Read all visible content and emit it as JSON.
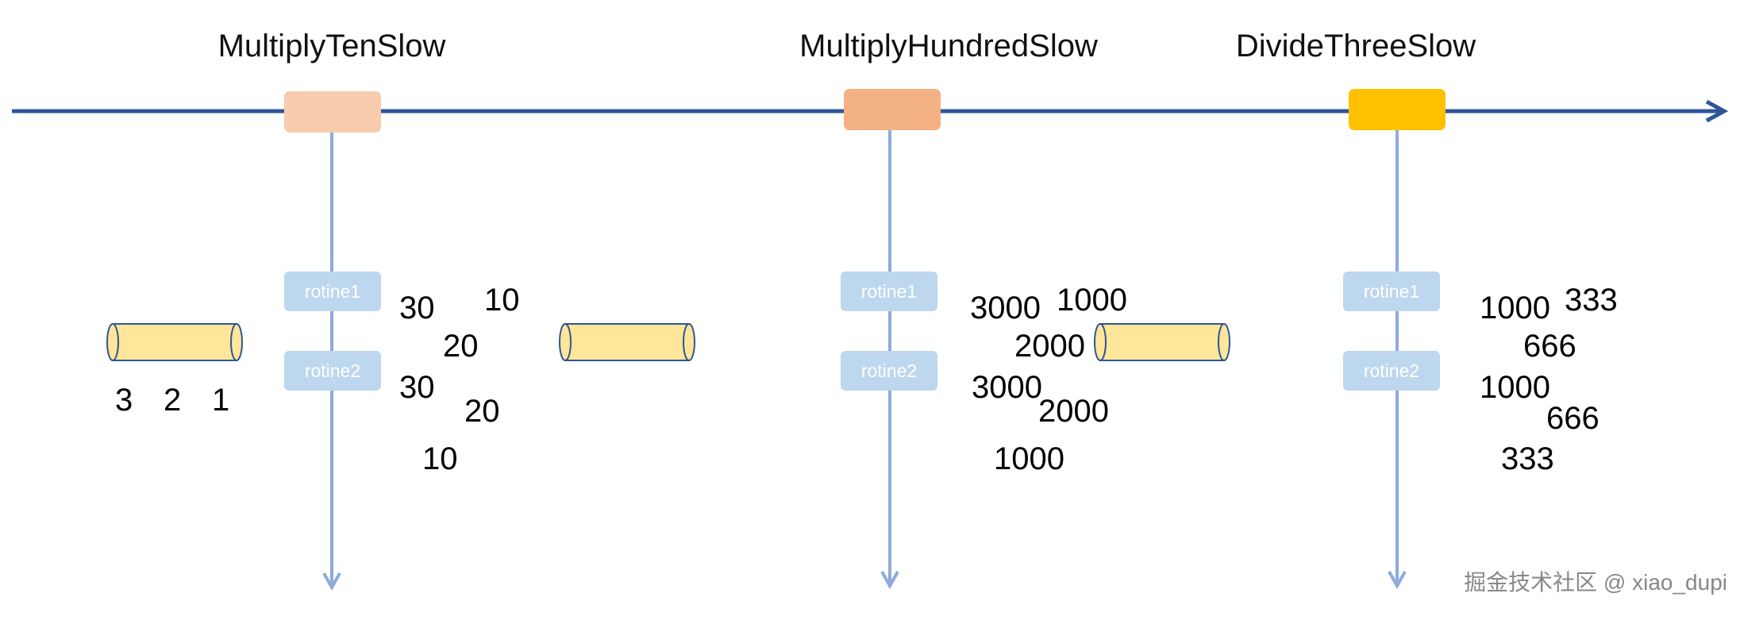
{
  "colors": {
    "timeline": "#2f5597",
    "stage_arrows": "#8faadc",
    "routine_box": "#bdd7ee",
    "channel_fill": "#ffe699",
    "channel_stroke": "#2f5597"
  },
  "stages": [
    {
      "title": "MultiplyTenSlow",
      "color": "#f8cbad"
    },
    {
      "title": "MultiplyHundredSlow",
      "color": "#f4b183"
    },
    {
      "title": "DivideThreeSlow",
      "color": "#ffc000"
    }
  ],
  "routines": [
    "rotine1",
    "rotine2"
  ],
  "input_values": [
    "3",
    "2",
    "1"
  ],
  "stage_values": [
    {
      "rotine1": [
        "30",
        "10"
      ],
      "mid": "20",
      "rotine2": [
        "30",
        "20",
        "10"
      ]
    },
    {
      "rotine1": [
        "3000",
        "1000"
      ],
      "mid": "2000",
      "rotine2": [
        "3000",
        "2000",
        "1000"
      ]
    },
    {
      "rotine1": [
        "1000",
        "333"
      ],
      "mid": "666",
      "rotine2": [
        "1000",
        "666",
        "333"
      ]
    }
  ],
  "watermark": "掘金技术社区 @ xiao_dupi"
}
